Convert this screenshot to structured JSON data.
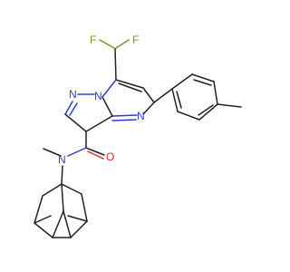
{
  "molecule": {
    "atom_labels": {
      "fluorine_1": "F",
      "fluorine_2": "F",
      "ring_nitrogen_1": "N",
      "ring_nitrogen_2": "N",
      "ring_nitrogen_3": "N",
      "oxygen": "O",
      "amide_nitrogen": "N"
    },
    "colors": {
      "bond": "#222222",
      "nitrogen": "#2f3dd6",
      "oxygen": "#d12a2a",
      "fluorine": "#8a8a2a"
    }
  }
}
